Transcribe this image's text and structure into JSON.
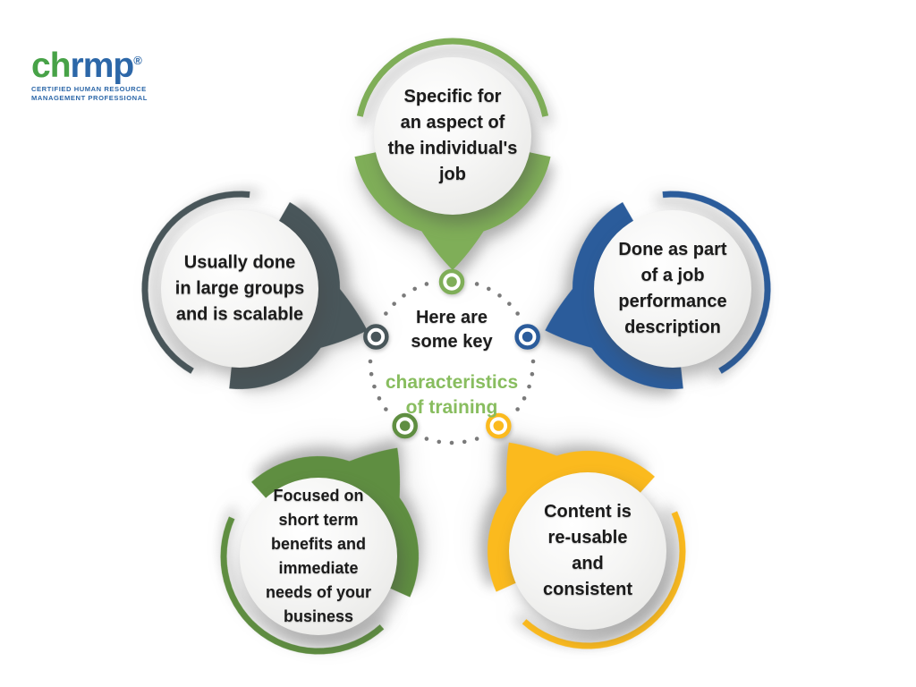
{
  "page": {
    "background": "#ffffff"
  },
  "logo": {
    "brand_green_part": "ch",
    "brand_blue_part": "rmp",
    "registered_mark": "®",
    "subtitle": "CERTIFIED HUMAN RESOURCE\nMANAGEMENT PROFESSIONAL",
    "green": "#47a247",
    "blue": "#2c67a8"
  },
  "center": {
    "heading_black": "Here are\nsome key",
    "heading_green": "characteristics\nof training",
    "green": "#88bd5f",
    "dot_color": "#7a7a7a"
  },
  "bubbles": [
    {
      "id": "specific-aspect",
      "position": "top",
      "color": "#7fae58",
      "label": "Specific for\nan aspect of\nthe individual's\njob"
    },
    {
      "id": "job-performance",
      "position": "right",
      "color": "#2b5c9b",
      "label": "Done as part\nof a job\nperformance\ndescription"
    },
    {
      "id": "reusable-content",
      "position": "bottom-right",
      "color": "#fbba1e",
      "label": "Content is\nre-usable\nand\nconsistent"
    },
    {
      "id": "short-term-focus",
      "position": "bottom-left",
      "color": "#5f8e41",
      "label": "Focused on\nshort term\nbenefits and\nimmediate\nneeds of your\nbusiness"
    },
    {
      "id": "large-groups",
      "position": "left",
      "color": "#49565a",
      "label": "Usually done\nin large groups\nand is scalable"
    }
  ]
}
